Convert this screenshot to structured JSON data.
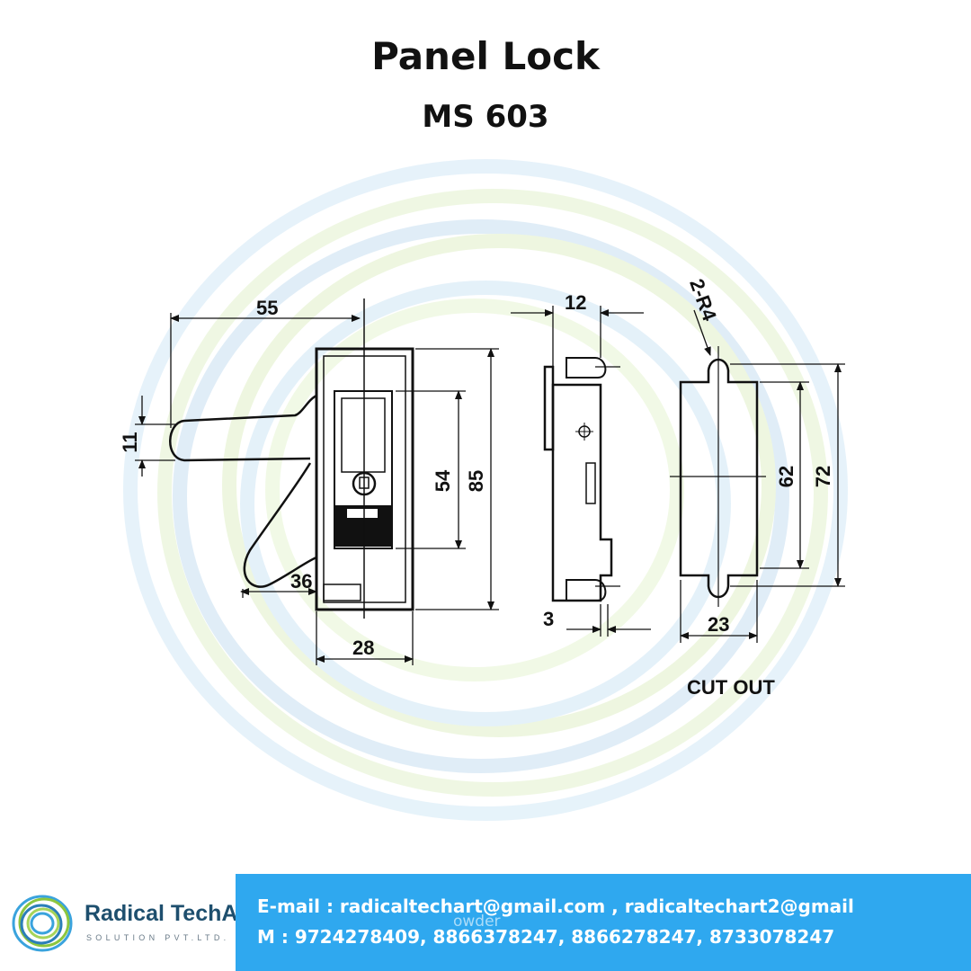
{
  "header": {
    "title": "Panel Lock",
    "model": "MS 603"
  },
  "drawing": {
    "dimensions": {
      "handle_reach": "55",
      "handle_width": "11",
      "handle_offset": "36",
      "body_width": "28",
      "window_height": "54",
      "body_height": "85",
      "depth": "12",
      "flange": "3",
      "corner_radius": "2-R4",
      "cutout_inner_height": "62",
      "cutout_height": "72",
      "cutout_width": "23"
    },
    "cutout_label": "CUT OUT"
  },
  "footer": {
    "brand_name": "Radical TechArt",
    "brand_sub": "SOLUTION PVT.LTD.",
    "email_line": "E-mail : radicaltechart@gmail.com , radicaltechart2@gmail",
    "overlay_word": "owder",
    "phone_line": "M : 9724278409, 8866378247, 8866278247, 8733078247",
    "band_color": "#2fa8ef",
    "brand_color": "#1e4f6e"
  }
}
